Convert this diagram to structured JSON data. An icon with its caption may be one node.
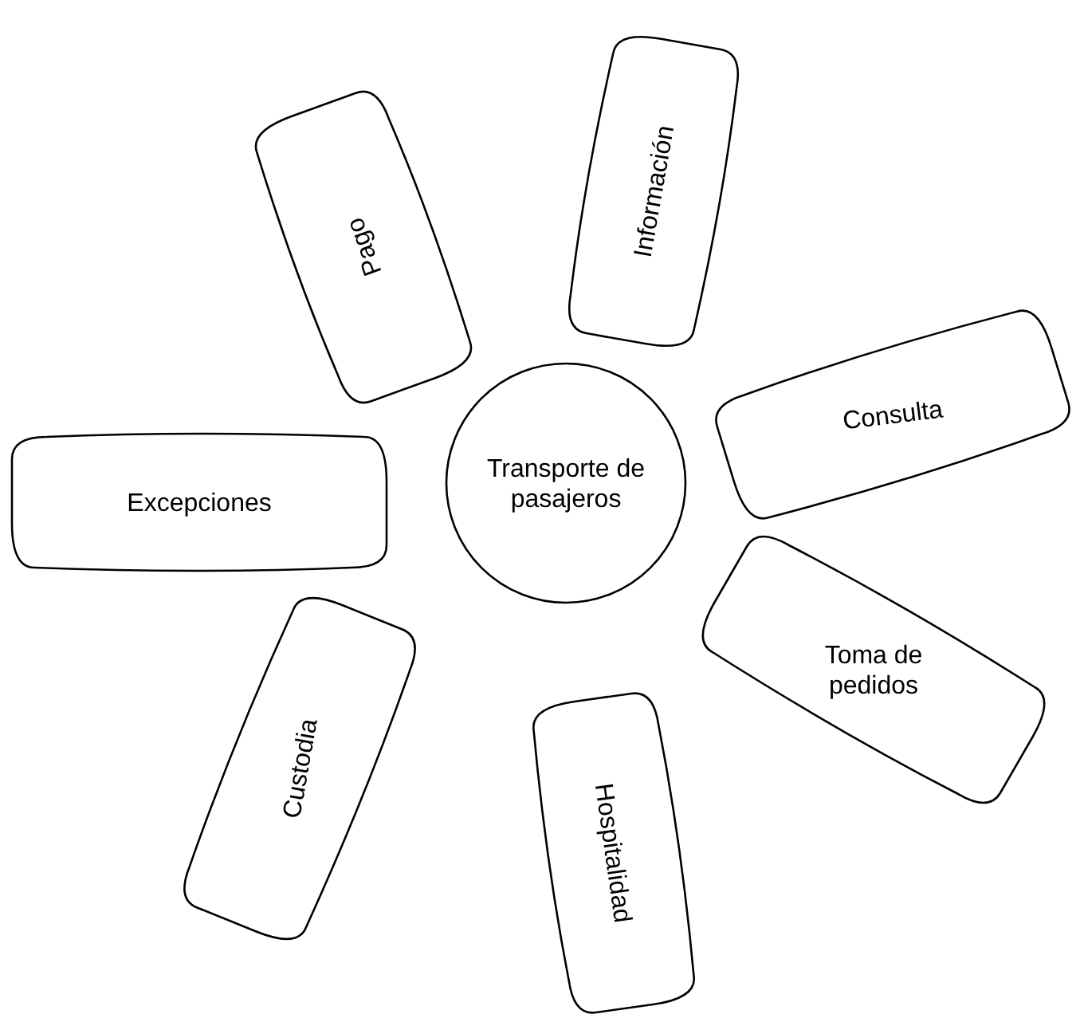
{
  "diagram": {
    "nodes": [
      {
        "text": [
          "Transporte de pasajeros"
        ]
      },
      {
        "text": [
          "Pago"
        ]
      },
      {
        "text": [
          "Información"
        ]
      },
      {
        "text": [
          "Consulta"
        ]
      },
      {
        "text": [
          "Toma de pedidos"
        ]
      },
      {
        "text": [
          "Hospitalidad"
        ]
      },
      {
        "text": [
          "Custodia"
        ]
      },
      {
        "text": [
          "Excepciones"
        ]
      }
    ]
  }
}
